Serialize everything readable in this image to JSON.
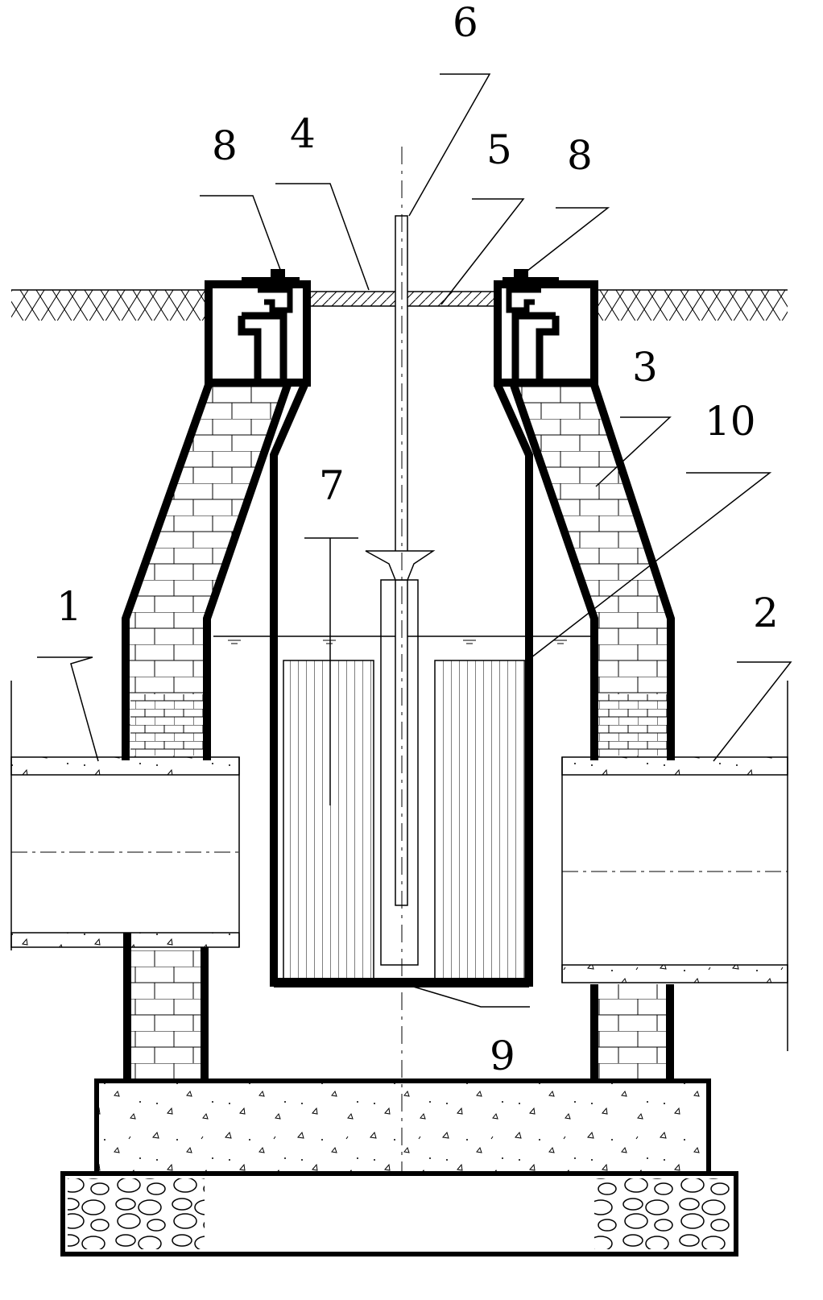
{
  "labels": {
    "l1": "1",
    "l2": "2",
    "l3": "3",
    "l4": "4",
    "l5": "5",
    "l6": "6",
    "l7": "7",
    "l8a": "8",
    "l8b": "8",
    "l9": "9",
    "l10": "10"
  }
}
